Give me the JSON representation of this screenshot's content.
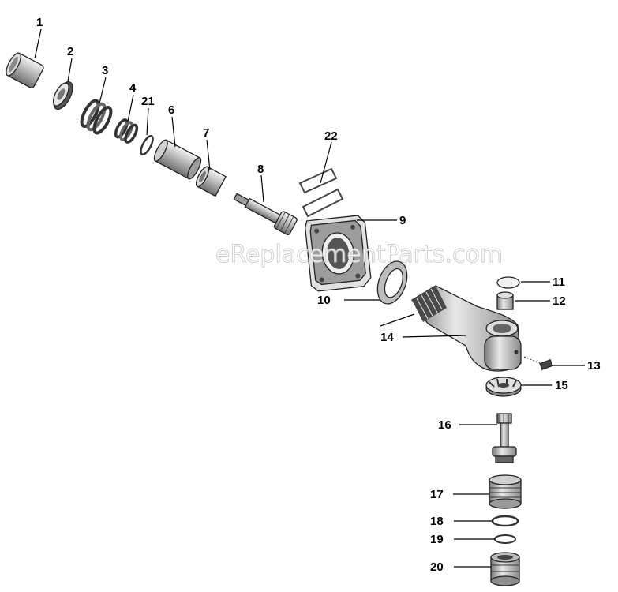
{
  "watermark": "eReplacementParts.com",
  "callouts": {
    "p1": "1",
    "p2": "2",
    "p3": "3",
    "p4": "4",
    "p5": "21",
    "p6": "6",
    "p7": "7",
    "p8": "8",
    "p9": "9",
    "p10": "10",
    "p11": "11",
    "p12": "12",
    "p13": "13",
    "p14": "14",
    "p15": "15",
    "p16": "16",
    "p17": "17",
    "p18": "18",
    "p19": "19",
    "p20": "20",
    "p21": "22"
  }
}
